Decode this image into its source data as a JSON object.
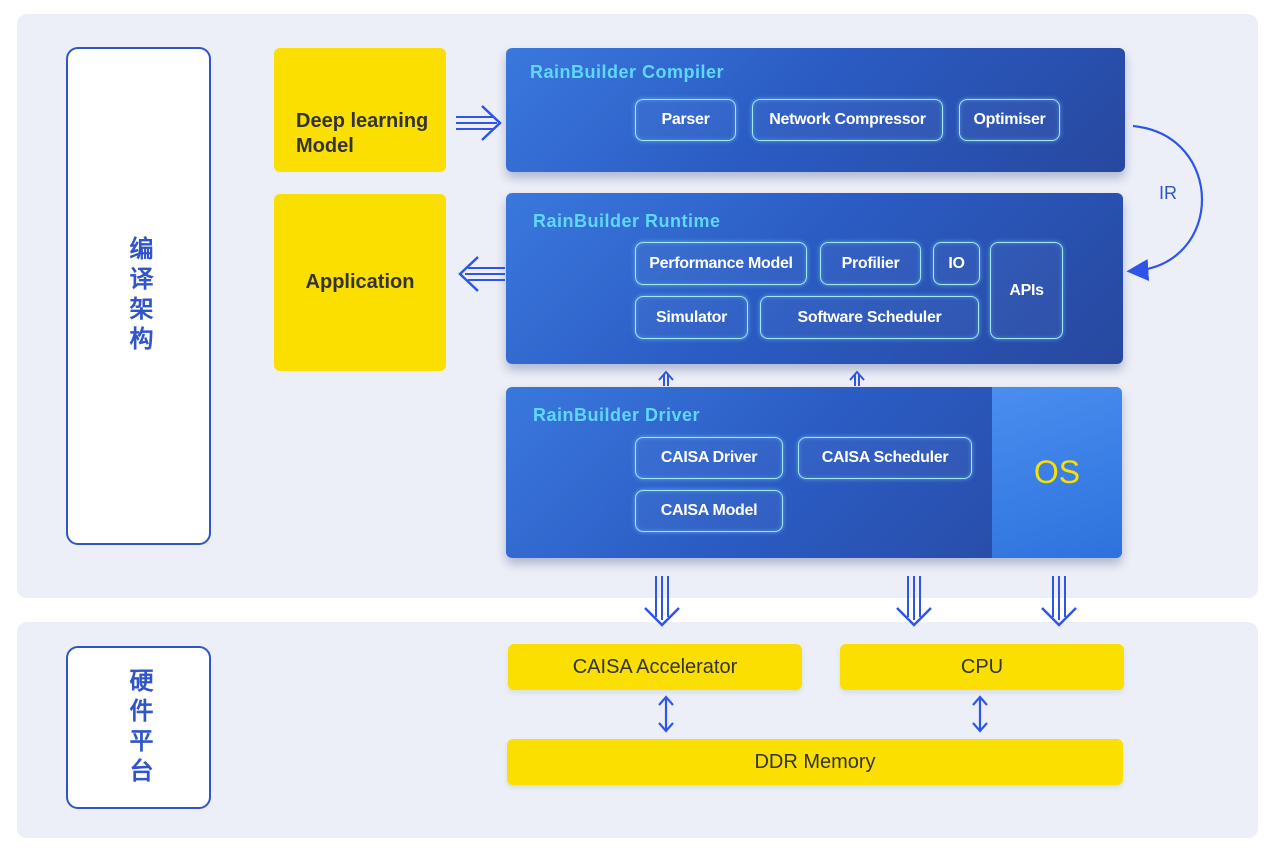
{
  "software_section": {
    "label": "编译架构"
  },
  "hardware_section": {
    "label": "硬件平台"
  },
  "inputs": {
    "deep_learning_model": "Deep learning\nModel",
    "application": "Application"
  },
  "compiler": {
    "title": "RainBuilder Compiler",
    "modules": [
      "Parser",
      "Network Compressor",
      "Optimiser"
    ]
  },
  "runtime": {
    "title": "RainBuilder Runtime",
    "modules": [
      "Performance Model",
      "Profilier",
      "IO",
      "APIs",
      "Simulator",
      "Software Scheduler"
    ]
  },
  "driver": {
    "title": "RainBuilder Driver",
    "modules": [
      "CAISA Driver",
      "CAISA Scheduler",
      "CAISA Model"
    ],
    "os_label": "OS"
  },
  "ir_label": "IR",
  "hardware": {
    "accelerator": "CAISA Accelerator",
    "cpu": "CPU",
    "memory": "DDR Memory"
  },
  "colors": {
    "yellow": "#fadf00",
    "blue_dark": "#27489f",
    "blue_light": "#3a78dd",
    "title_cyan": "#5fd8ff",
    "arrow_blue": "#2f55e8",
    "panel_bg": "#eceff7"
  }
}
